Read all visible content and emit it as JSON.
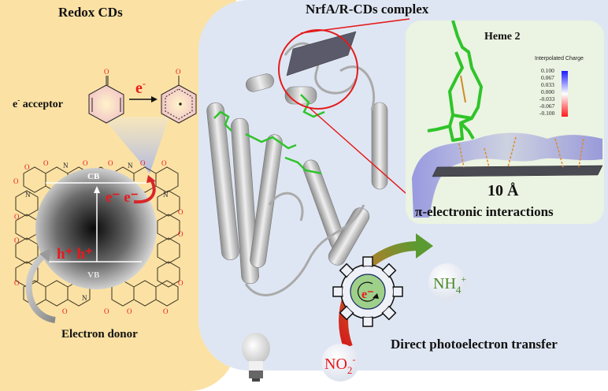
{
  "left_panel": {
    "title": "Redox CDs",
    "acceptor_label": "e",
    "acceptor_label_sup": "-",
    "acceptor_label_rest": " acceptor",
    "electron_arrow_label": "e",
    "electron_arrow_sup": "-",
    "cb_label": "CB",
    "vb_label": "VB",
    "electrons_label": "e⁻ e⁻",
    "holes_label": "h⁺ h⁺",
    "donor_label": "Electron donor",
    "atom_O": "O",
    "atom_N": "N"
  },
  "right_panel": {
    "title": "NrfA/R-CDs complex",
    "inset": {
      "title": "Heme 2",
      "legend_title": "Interpolated Charge",
      "legend_values": [
        "0.100",
        "0.067",
        "0.033",
        "0.000",
        "-0.033",
        "-0.067",
        "-0.100"
      ],
      "distance_label": "10 Å",
      "interaction_label": "π-electronic interactions"
    },
    "gear_label": "e⁻",
    "product_label": "NH",
    "product_sub": "4",
    "product_sup": "+",
    "reactant_label": "NO",
    "reactant_sub": "2",
    "reactant_sup": "-",
    "process_label": "Direct photoelectron transfer"
  },
  "colors": {
    "left_bg": "#fbe2a4",
    "right_bg": "#dfe6f3",
    "inset_bg": "#ebf3e2",
    "red": "#e8191d",
    "green": "#4a8a2c",
    "heme_green": "#2fc42a",
    "protein_gray": "#c8c8c8"
  }
}
